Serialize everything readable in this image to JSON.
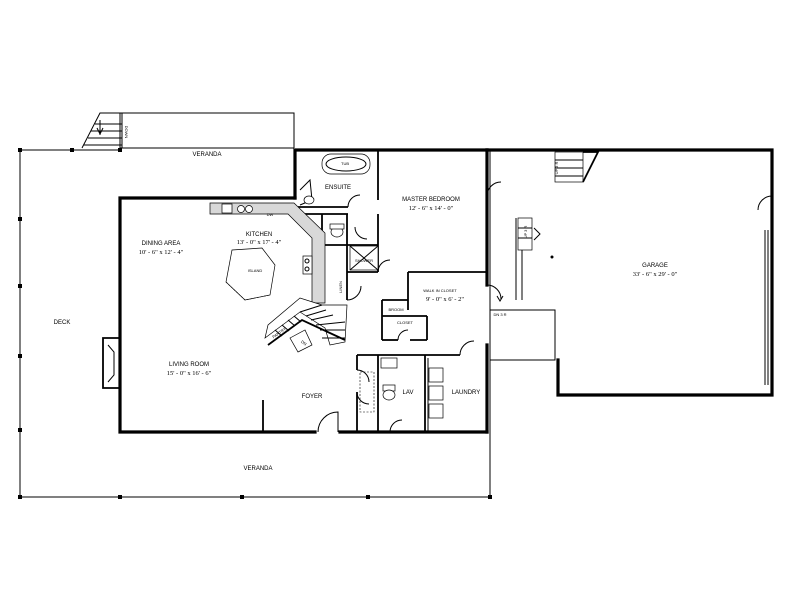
{
  "rooms": {
    "veranda_top": {
      "name": "VERANDA"
    },
    "veranda_bottom": {
      "name": "VERANDA"
    },
    "deck": {
      "name": "DECK"
    },
    "ensuite": {
      "name": "ENSUITE"
    },
    "tub": {
      "name": "TUB"
    },
    "master_bedroom": {
      "name": "MASTER BEDROOM",
      "dims": "12' - 6\" x 14' - 0\""
    },
    "kitchen": {
      "name": "KITCHEN",
      "dims": "13' - 0\" x 17' - 4\""
    },
    "dining_area": {
      "name": "DINING AREA",
      "dims": "10' - 6\" x 12' - 4\""
    },
    "island": {
      "name": "ISLAND"
    },
    "living_room": {
      "name": "LIVING ROOM",
      "dims": "15' - 0\" x 16' - 6\""
    },
    "foyer": {
      "name": "FOYER"
    },
    "lav": {
      "name": "LAV"
    },
    "laundry": {
      "name": "LAUNDRY"
    },
    "walk_in_closet": {
      "name": "WALK IN CLOSET",
      "dims": "9' - 0\" x 6' - 2\""
    },
    "garage": {
      "name": "GARAGE",
      "dims": "33' - 6\" x 29' - 0\""
    },
    "closet": {
      "name": "CLOSET"
    },
    "broom": {
      "name": "BROOM"
    },
    "linen": {
      "name": "LINEN"
    },
    "shower": {
      "name": "SHOWER"
    },
    "pantry": {
      "name": "PANTRY"
    }
  },
  "annotations": {
    "dw": "DW",
    "dn_stairs": "DN",
    "dn_garage": "DN 3 R",
    "up_garage": "UP 3 R",
    "up_garage_side": "UP 3 R",
    "down_veranda": "DOWN"
  }
}
